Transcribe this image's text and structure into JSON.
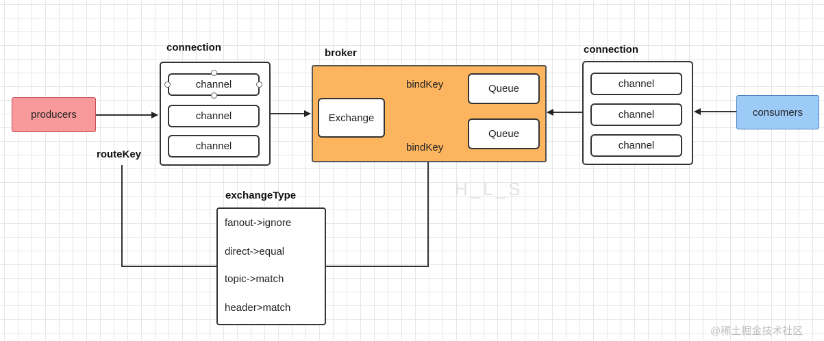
{
  "producers": "producers",
  "consumers": "consumers",
  "left_connection": {
    "title": "connection",
    "channels": [
      "channel",
      "channel",
      "channel"
    ]
  },
  "right_connection": {
    "title": "connection",
    "channels": [
      "channel",
      "channel",
      "channel"
    ]
  },
  "broker": {
    "title": "broker",
    "exchange": "Exchange",
    "queues": [
      "Queue",
      "Queue"
    ],
    "bind_keys": [
      "bindKey",
      "bindKey"
    ]
  },
  "route_key": "routeKey",
  "exchange_type": {
    "title": "exchangeType",
    "items": [
      "fanout->ignore",
      "direct->equal",
      "topic->match",
      "header>match"
    ]
  },
  "watermark": "H_L_S",
  "credit": "@稀土掘金技术社区",
  "colors": {
    "producers_fill": "#f8999b",
    "consumers_fill": "#9ccbf7",
    "broker_fill": "#fcb45e"
  }
}
